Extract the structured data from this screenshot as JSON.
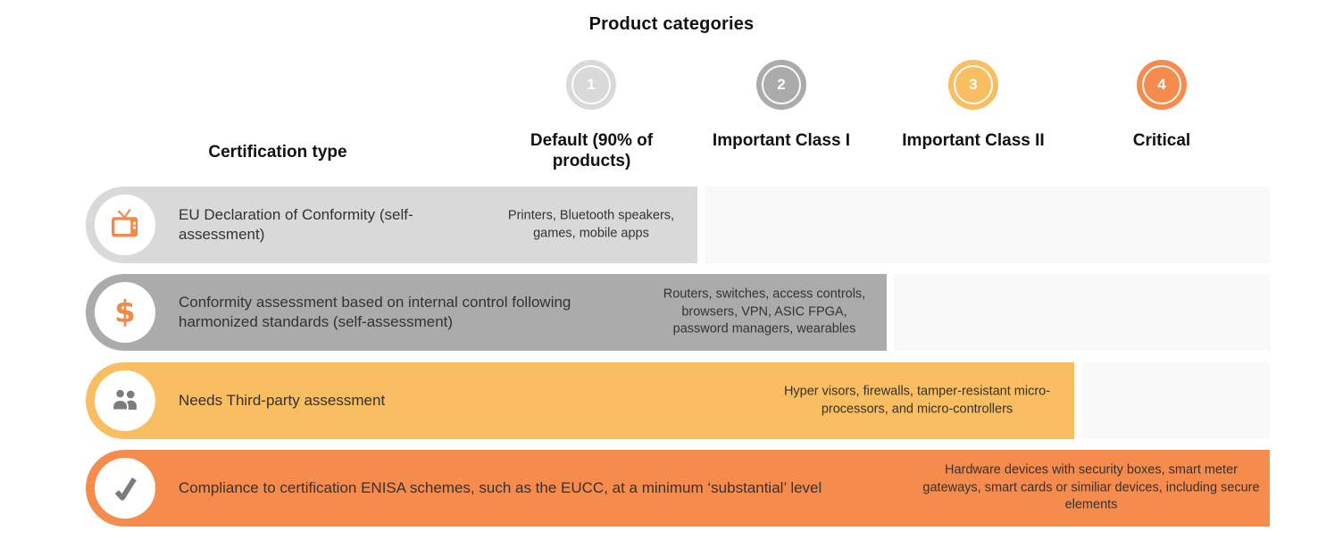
{
  "title": "Product categories",
  "columns": {
    "certification_type_label": "Certification type",
    "categories": [
      {
        "number": "1",
        "label": "Default (90% of products)",
        "color": "#d9d9d9"
      },
      {
        "number": "2",
        "label": "Important Class I",
        "color": "#ababab"
      },
      {
        "number": "3",
        "label": "Important Class II",
        "color": "#f9bd62"
      },
      {
        "number": "4",
        "label": "Critical",
        "color": "#f68b4e"
      }
    ]
  },
  "rows": [
    {
      "icon": "tv-icon",
      "title": "EU Declaration of Conformity (self-assessment)",
      "products": "Printers, Bluetooth speakers, games, mobile apps",
      "color": "#d9d9d9"
    },
    {
      "icon": "dollar-icon",
      "icon_glyph": "$",
      "title": "Conformity assessment based on internal control following harmonized standards (self-assessment)",
      "products": "Routers, switches, access controls, browsers, VPN, ASIC FPGA, password managers, wearables",
      "color": "#ababab"
    },
    {
      "icon": "people-icon",
      "title": "Needs Third-party assessment",
      "products": "Hyper visors, firewalls, tamper-resistant micro-processors, and micro-controllers",
      "color": "#f9bd62"
    },
    {
      "icon": "check-icon",
      "title": "Compliance to certification ENISA schemes, such as the EUCC, at a minimum ‘substantial’ level",
      "products": "Hardware devices with security boxes, smart meter gateways, smart cards or similiar devices, including secure elements",
      "color": "#f68b4e"
    }
  ],
  "colors": {
    "row_track": "#f9f9f9",
    "icon_orange": "#ef8a4b",
    "icon_gray": "#7c7c7c"
  }
}
